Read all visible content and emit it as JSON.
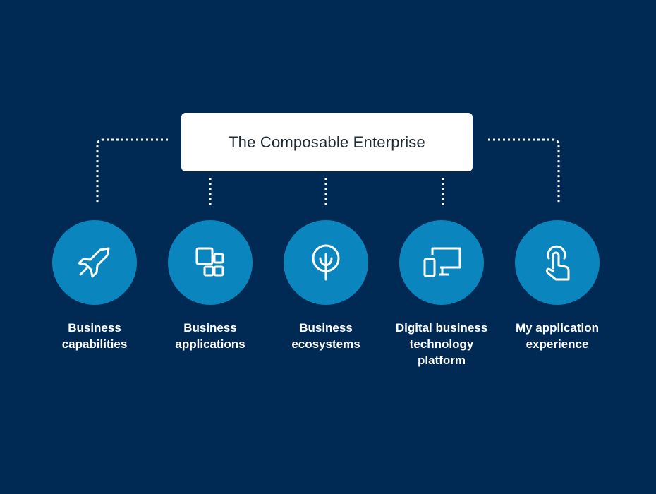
{
  "title": "The Composable Enterprise",
  "colors": {
    "background": "#002a54",
    "circle": "#0a85bd",
    "box": "#ffffff"
  },
  "nodes": [
    {
      "label": "Business capabilities",
      "icon": "rocket-icon"
    },
    {
      "label": "Business applications",
      "icon": "app-grid-icon"
    },
    {
      "label": "Business ecosystems",
      "icon": "tree-icon"
    },
    {
      "label": "Digital business technology platform",
      "icon": "devices-icon"
    },
    {
      "label": "My application experience",
      "icon": "touch-icon"
    }
  ]
}
